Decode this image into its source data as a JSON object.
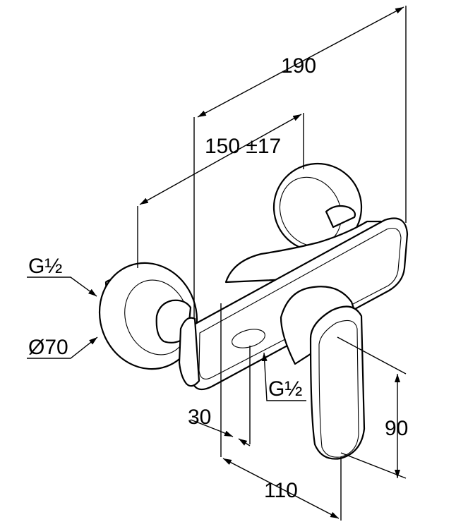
{
  "drawing": {
    "dimensions": {
      "overall_width": "190",
      "center_distance": "150 ±17",
      "outlet_offset": "30",
      "lever_depth": "110",
      "lever_height": "90"
    },
    "connections": {
      "inlet_thread": "G½",
      "rosette_diameter": "Ø70",
      "outlet_thread": "G½"
    }
  }
}
